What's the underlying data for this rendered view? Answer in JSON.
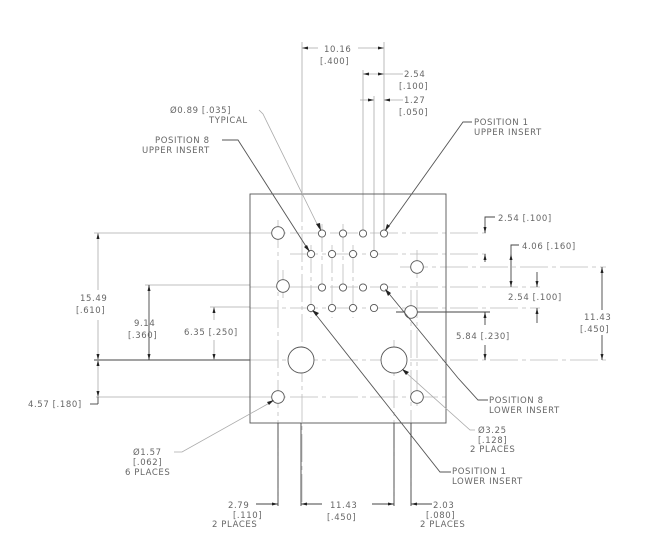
{
  "drawing": {
    "top_dims": {
      "pitch_span": {
        "mm": "10.16",
        "in": "[.400]"
      },
      "pin_pitch": {
        "mm": "2.54",
        "in": "[.100]"
      },
      "row_offset": {
        "mm": "1.27",
        "in": "[.050]"
      }
    },
    "pin_hole": {
      "mm": "Ø0.89 [.035]",
      "note": "TYPICAL"
    },
    "callouts": {
      "pos1_upper": {
        "line1": "POSITION  1",
        "line2": "UPPER  INSERT"
      },
      "pos8_upper": {
        "line1": "POSITION  8",
        "line2": "UPPER  INSERT"
      },
      "pos8_lower": {
        "line1": "POSITION  8",
        "line2": "LOWER  INSERT"
      },
      "pos1_lower": {
        "line1": "POSITION  1",
        "line2": "LOWER  INSERT"
      }
    },
    "left_dims": {
      "d15": {
        "mm": "15.49",
        "in": "[.610]"
      },
      "d9": {
        "mm": "9.14",
        "in": "[.360]"
      },
      "d6": "6.35 [.250]",
      "d4": "4.57 [.180]"
    },
    "right_dims": {
      "r1": "2.54 [.100]",
      "r2": "4.06 [.160]",
      "r3": "2.54 [.100]",
      "r4": "5.84 [.230]",
      "r5": {
        "mm": "11.43",
        "in": "[.450]"
      }
    },
    "small_hole": {
      "mm": "Ø1.57",
      "in": "[.062]",
      "note": "6  PLACES"
    },
    "large_hole": {
      "mm": "Ø3.25",
      "in": "[.128]",
      "note": "2  PLACES"
    },
    "bottom_dims": {
      "b1": {
        "mm": "2.79",
        "in": "[.110]",
        "note": "2  PLACES"
      },
      "b2": {
        "mm": "11.43",
        "in": "[.450]"
      },
      "b3": {
        "mm": "2.03",
        "in": "[.080]",
        "note": "2  PLACES"
      }
    }
  }
}
